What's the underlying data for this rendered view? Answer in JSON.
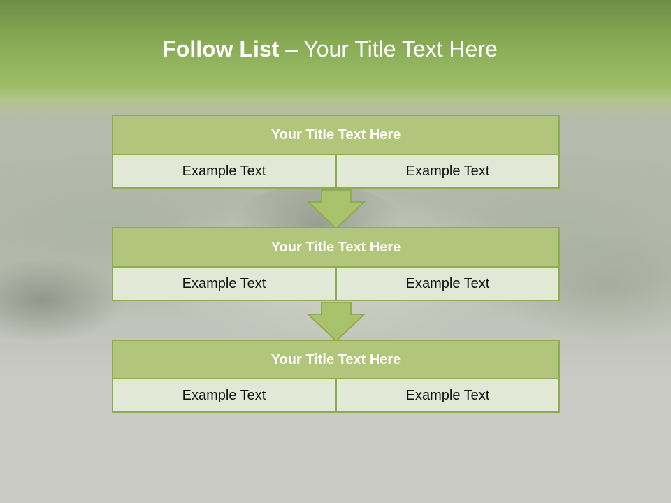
{
  "title": {
    "bold": "Follow List",
    "rest": " – Your Title Text Here"
  },
  "steps": [
    {
      "title": "Your Title Text Here",
      "left": "Example Text",
      "right": "Example Text"
    },
    {
      "title": "Your Title Text Here",
      "left": "Example Text",
      "right": "Example Text"
    },
    {
      "title": "Your Title Text Here",
      "left": "Example Text",
      "right": "Example Text"
    }
  ],
  "colors": {
    "accent_green": "#8fac55",
    "title_fill": "#b1c67b",
    "cell_fill": "#e1e8d5",
    "arrow_fill": "#a9c26c"
  }
}
